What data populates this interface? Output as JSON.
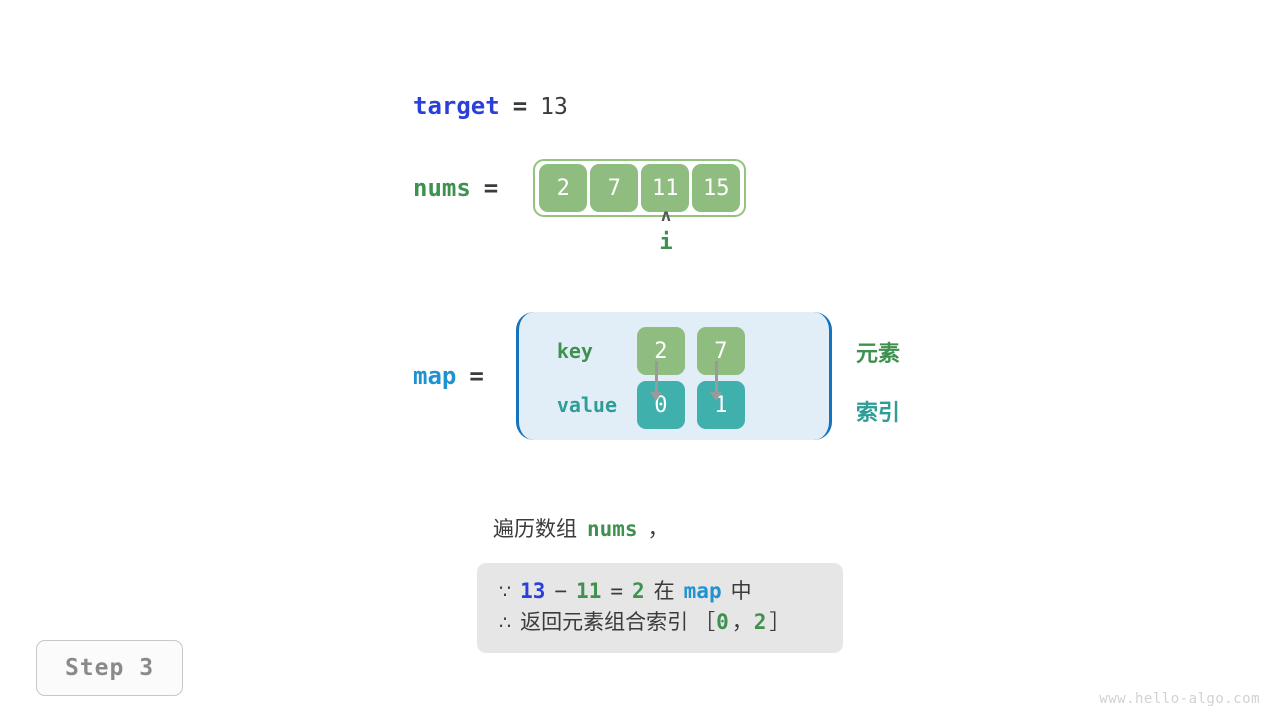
{
  "target": {
    "name": "target",
    "equals": "=",
    "value": "13"
  },
  "nums": {
    "name": "nums",
    "equals": "=",
    "cells": [
      "2",
      "7",
      "11",
      "15"
    ],
    "pointer": {
      "caret": "ʌ",
      "label": "i",
      "at_index": 2
    }
  },
  "map": {
    "name": "map",
    "equals": "=",
    "row_labels": {
      "key": "key",
      "value": "value"
    },
    "keys": [
      "2",
      "7"
    ],
    "values": [
      "0",
      "1"
    ],
    "legend": {
      "element": "元素",
      "index": "索引"
    }
  },
  "caption": {
    "prefix": "遍历数组",
    "code": "nums",
    "suffix": "，"
  },
  "conclusion": {
    "line1": {
      "symbol": "∵",
      "a": "13",
      "minus": "−",
      "b": "11",
      "eq": "=",
      "result": "2",
      "in_text": "在",
      "map_ref": "map",
      "tail_text": "中"
    },
    "line2": {
      "symbol": "∴",
      "text": "返回元素组合索引",
      "bracket_open": "［",
      "idx_a": "0",
      "comma": "，",
      "idx_b": "2",
      "bracket_close": "］"
    }
  },
  "step_badge": "Step 3",
  "watermark": "www.hello-algo.com",
  "colors": {
    "blue_dark": "#2b40d8",
    "blue_light": "#1f93d1",
    "green": "#3f9150",
    "cell_green": "#8fbc7f",
    "teal": "#3fb0ac",
    "map_bg": "#e1eef8",
    "map_border": "#1573be",
    "gray_box": "#e6e6e6",
    "text": "#3b3b3b"
  }
}
